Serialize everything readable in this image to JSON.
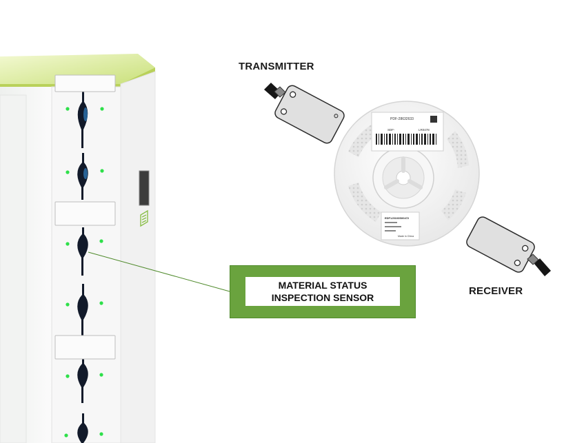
{
  "labels": {
    "transmitter": "TRANSMITTER",
    "receiver": "RECEIVER",
    "callout_line1": "MATERIAL STATUS",
    "callout_line2": "INSPECTION SENSOR"
  },
  "reel_labels": {
    "top_part_no": "PDF-28632633",
    "top_code": "SDF-",
    "top_code_suffix": "LR0478",
    "bottom_part_no": "EDF1J0103S00472",
    "bottom_origin": "Made in China"
  },
  "colors": {
    "accent_green": "#6aa33e",
    "led_green": "#2ee04a",
    "cabinet_top": "#dfee9f"
  },
  "icons": [
    "brand-logo-icon"
  ]
}
